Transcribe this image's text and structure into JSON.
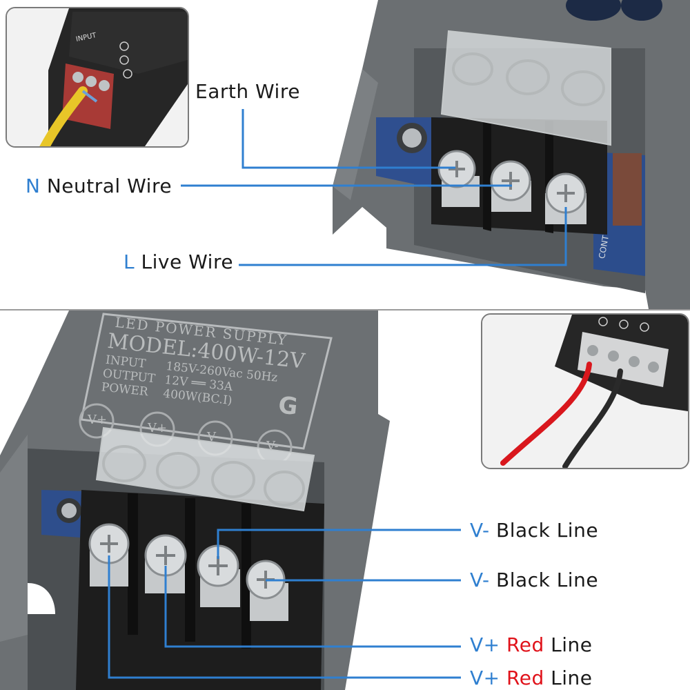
{
  "top_panel": {
    "labels": {
      "earth": {
        "text": "Earth Wire"
      },
      "neutral": {
        "prefix": "N",
        "text": "Neutral Wire"
      },
      "live": {
        "prefix": "L",
        "text": "Live Wire"
      }
    },
    "inset_text": {
      "input_label": "INPUT"
    },
    "terminal_label": "CONT"
  },
  "bottom_panel": {
    "psu_label": {
      "line1": "LED  POWER SUPPLY",
      "line2": "MODEL:400W-12V",
      "input_key": "INPUT",
      "input_val": "185V-260Vac 50Hz",
      "output_key": "OUTPUT",
      "output_val": "12V ══ 33A",
      "power_key": "POWER",
      "power_val": "400W(BC.I)",
      "logo": "G"
    },
    "terminal_marks": [
      "V+",
      "V+",
      "V-",
      "V-"
    ],
    "lines": [
      {
        "prefix": "V-",
        "word": "Black",
        "rest": "Line"
      },
      {
        "prefix": "V-",
        "word": "Black",
        "rest": "Line"
      },
      {
        "prefix": "V+",
        "word": "Red",
        "rest": "Line"
      },
      {
        "prefix": "V+",
        "word": "Red",
        "rest": "Line"
      }
    ]
  },
  "colors": {
    "callout_line": "#2f7fd0",
    "prefix_blue": "#2f7fd0",
    "red_word": "#e0121a",
    "housing": "#6f7375",
    "terminal_block": "#1f1f1f",
    "divider": "#9a9a9a"
  }
}
